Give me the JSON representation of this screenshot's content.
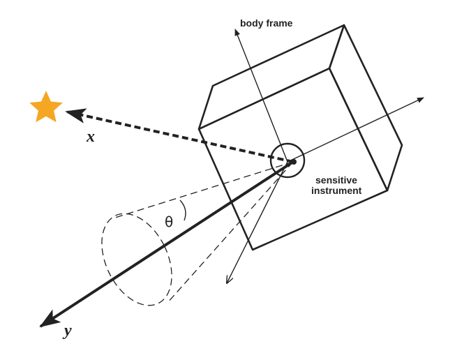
{
  "labels": {
    "body_frame": "body frame",
    "sensitive_line1": "sensitive",
    "sensitive_line2": "instrument",
    "x_axis": "x",
    "y_axis": "y",
    "angle": "θ"
  },
  "colors": {
    "ink": "#222222",
    "star": "#f5a623"
  },
  "icons": {
    "target": "star-icon"
  }
}
